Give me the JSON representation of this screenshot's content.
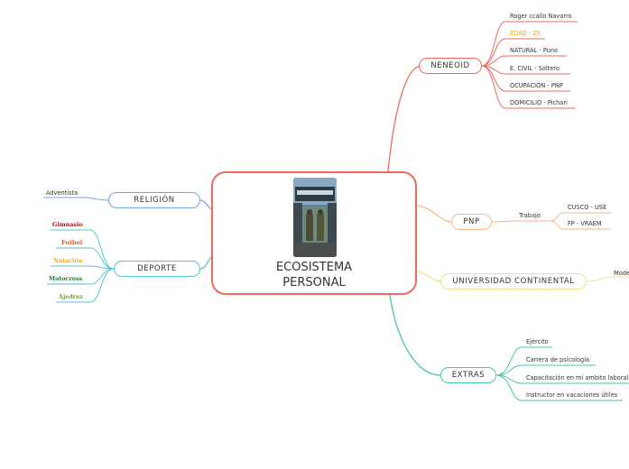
{
  "central": {
    "title_line1": "ECOSISTEMA",
    "title_line2": "PERSONAL"
  },
  "branches": {
    "neneoid": {
      "label": "NENEOID",
      "items": [
        "Roger ccallo Navarro",
        "EDAD - 25",
        "NATURAL - Puno",
        "E. CIVIL - Soltero",
        "OCUPACIÓN - PNP",
        "DOMICILIO - Pichari"
      ]
    },
    "pnp": {
      "label": "PNP",
      "sub_label": "Trabajo",
      "items": [
        "CUSCO - USE",
        "FP - VRAEM"
      ]
    },
    "universidad": {
      "label": "UNIVERSIDAD CONTINENTAL",
      "item": "Mode"
    },
    "extras": {
      "label": "EXTRAS",
      "items": [
        "Ejército",
        "Carrera de psicología",
        "Capacitación en mi ambito laboral",
        "Instructor en vacaciones útiles"
      ]
    },
    "religion": {
      "label": "RELIGIÓN",
      "item": "Adventista"
    },
    "deporte": {
      "label": "DEPORTE",
      "items": [
        {
          "label": "Gimnasio",
          "color": "#8b1a1a"
        },
        {
          "label": "Futbol",
          "color": "#e8541d"
        },
        {
          "label": "Natación",
          "color": "#f0a81c"
        },
        {
          "label": "Motocross",
          "color": "#1f7a3a"
        },
        {
          "label": "Ajedrez",
          "color": "#6aa329"
        }
      ]
    }
  },
  "colors": {
    "neneoid": "#ef6a61",
    "pnp": "#f7b68b",
    "universidad": "#f5e08a",
    "extras": "#45c8a5",
    "religion": "#6fa8e0",
    "deporte": "#56c6cf",
    "edad_text": "#f0a81c"
  }
}
